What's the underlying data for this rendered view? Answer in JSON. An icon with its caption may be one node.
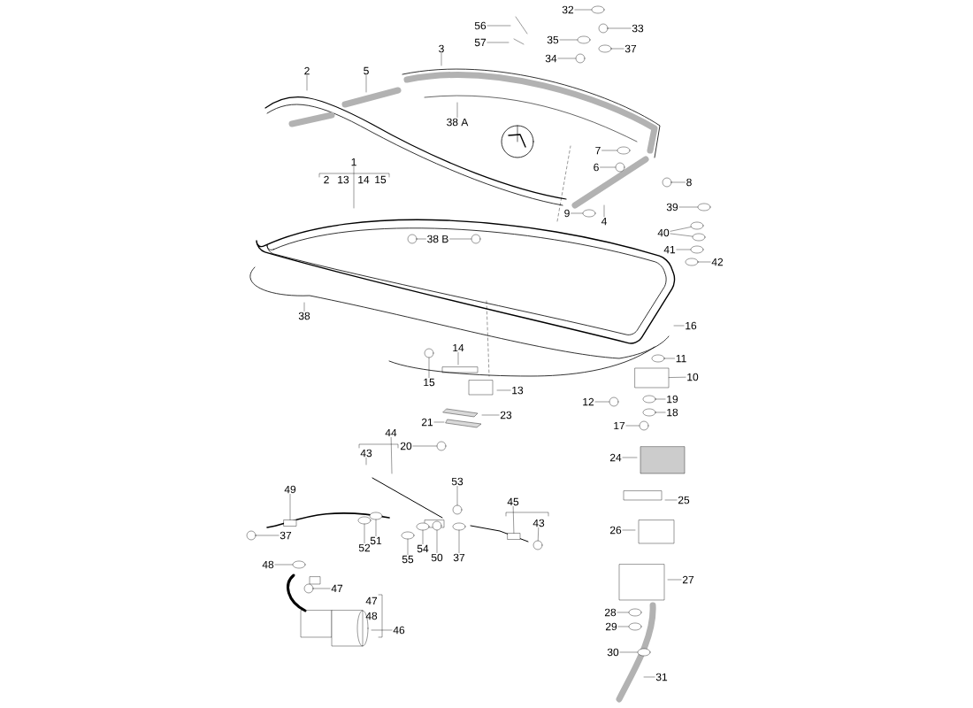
{
  "diagram": {
    "nodes": [
      {
        "text": [
          "32"
        ]
      },
      {
        "text": [
          "56"
        ]
      },
      {
        "text": [
          "33"
        ]
      },
      {
        "text": [
          "35"
        ]
      },
      {
        "text": [
          "57"
        ]
      },
      {
        "text": [
          "3"
        ]
      },
      {
        "text": [
          "37"
        ]
      },
      {
        "text": [
          "34"
        ]
      },
      {
        "text": [
          "2"
        ]
      },
      {
        "text": [
          "5"
        ]
      },
      {
        "text": [
          "38 A"
        ]
      },
      {
        "text": [
          "7"
        ]
      },
      {
        "text": [
          "1"
        ]
      },
      {
        "text": [
          "6"
        ]
      },
      {
        "text": [
          "8"
        ]
      },
      {
        "text": [
          "39"
        ]
      },
      {
        "text": [
          "9"
        ]
      },
      {
        "text": [
          "4"
        ]
      },
      {
        "text": [
          "40"
        ]
      },
      {
        "text": [
          "38 B"
        ]
      },
      {
        "text": [
          "41"
        ]
      },
      {
        "text": [
          "42"
        ]
      },
      {
        "text": [
          "38"
        ]
      },
      {
        "text": [
          "16"
        ]
      },
      {
        "text": [
          "14"
        ]
      },
      {
        "text": [
          "11"
        ]
      },
      {
        "text": [
          "10"
        ]
      },
      {
        "text": [
          "15"
        ]
      },
      {
        "text": [
          "13"
        ]
      },
      {
        "text": [
          "12"
        ]
      },
      {
        "text": [
          "19"
        ]
      },
      {
        "text": [
          "23"
        ]
      },
      {
        "text": [
          "18"
        ]
      },
      {
        "text": [
          "21"
        ]
      },
      {
        "text": [
          "17"
        ]
      },
      {
        "text": [
          "44"
        ]
      },
      {
        "text": [
          "20"
        ]
      },
      {
        "text": [
          "43"
        ]
      },
      {
        "text": [
          "24"
        ]
      },
      {
        "text": [
          "53"
        ]
      },
      {
        "text": [
          "49"
        ]
      },
      {
        "text": [
          "45"
        ]
      },
      {
        "text": [
          "25"
        ]
      },
      {
        "text": [
          "43"
        ]
      },
      {
        "text": [
          "26"
        ]
      },
      {
        "text": [
          "37"
        ]
      },
      {
        "text": [
          "51"
        ]
      },
      {
        "text": [
          "52"
        ]
      },
      {
        "text": [
          "54"
        ]
      },
      {
        "text": [
          "50"
        ]
      },
      {
        "text": [
          "37"
        ]
      },
      {
        "text": [
          "55"
        ]
      },
      {
        "text": [
          "48"
        ]
      },
      {
        "text": [
          "27"
        ]
      },
      {
        "text": [
          "47"
        ]
      },
      {
        "text": [
          "46"
        ]
      },
      {
        "text": [
          "28"
        ]
      },
      {
        "text": [
          "29"
        ]
      },
      {
        "text": [
          "30"
        ]
      },
      {
        "text": [
          "31"
        ]
      },
      {
        "text": [],
        "shape": "ellipse"
      },
      {
        "text": [],
        "shape": "circle"
      },
      {
        "text": [],
        "shape": "ellipse"
      },
      {
        "text": [],
        "shape": "ellipse"
      },
      {
        "text": [],
        "shape": "circle"
      },
      {
        "text": [],
        "shape": "ellipse"
      },
      {
        "text": [],
        "shape": "circle"
      },
      {
        "text": [],
        "shape": "circle"
      },
      {
        "text": [],
        "shape": "ellipse"
      },
      {
        "text": [],
        "shape": "ellipse"
      },
      {
        "text": [],
        "shape": "ellipse"
      },
      {
        "text": [],
        "shape": "ellipse"
      },
      {
        "text": [],
        "shape": "circle"
      },
      {
        "text": [],
        "shape": "circle"
      },
      {
        "text": [],
        "shape": "ellipse"
      },
      {
        "text": [],
        "shape": "ellipse"
      },
      {
        "text": [],
        "shape": "ellipse"
      },
      {
        "text": [],
        "shape": "box"
      },
      {
        "text": [],
        "shape": "circle"
      },
      {
        "text": [],
        "shape": "circle"
      },
      {
        "text": [],
        "shape": "ellipse"
      },
      {
        "text": [],
        "shape": "ellipse"
      },
      {
        "text": [],
        "shape": "circle"
      },
      {
        "text": [],
        "shape": "circle"
      },
      {
        "text": [],
        "shape": "circle"
      },
      {
        "text": [],
        "shape": "box"
      },
      {
        "text": [],
        "shape": "box"
      },
      {
        "text": [],
        "shape": "circle"
      },
      {
        "text": [],
        "shape": "circle"
      },
      {
        "text": [],
        "shape": "ellipse"
      },
      {
        "text": [],
        "shape": "ellipse"
      },
      {
        "text": [],
        "shape": "ellipse"
      },
      {
        "text": [],
        "shape": "circle"
      },
      {
        "text": [],
        "shape": "ellipse"
      },
      {
        "text": [],
        "shape": "ellipse"
      },
      {
        "text": [],
        "shape": "ellipse"
      },
      {
        "text": [],
        "shape": "circle"
      },
      {
        "text": [],
        "shape": "ellipse"
      },
      {
        "text": [],
        "shape": "ellipse"
      },
      {
        "text": [],
        "shape": "ellipse"
      }
    ],
    "edges": [
      {
        "from": 0,
        "to": 60,
        "arrow": "none"
      },
      {
        "from": 1,
        "to": null,
        "arrow": "none"
      },
      {
        "from": 2,
        "to": 61,
        "arrow": "none"
      },
      {
        "from": 3,
        "to": 62,
        "arrow": "none"
      },
      {
        "from": 4,
        "to": null,
        "arrow": "none"
      },
      {
        "from": 5,
        "to": null,
        "arrow": "none"
      },
      {
        "from": 6,
        "to": 63,
        "arrow": "none"
      },
      {
        "from": 7,
        "to": 64,
        "arrow": "none"
      },
      {
        "from": 8,
        "to": null,
        "arrow": "none"
      },
      {
        "from": 9,
        "to": null,
        "arrow": "none"
      },
      {
        "from": 10,
        "to": null,
        "arrow": "none"
      },
      {
        "from": 11,
        "to": 65,
        "arrow": "none"
      },
      {
        "from": 12,
        "to": null,
        "arrow": "none"
      },
      {
        "from": 13,
        "to": 66,
        "arrow": "none"
      },
      {
        "from": 14,
        "to": 67,
        "arrow": "none"
      },
      {
        "from": 15,
        "to": 68,
        "arrow": "none"
      },
      {
        "from": 16,
        "to": 69,
        "arrow": "none"
      },
      {
        "from": 17,
        "to": null,
        "arrow": "none"
      },
      {
        "from": 18,
        "to": 70,
        "arrow": "none"
      },
      {
        "from": 18,
        "to": 71,
        "arrow": "none"
      },
      {
        "from": 19,
        "to": 72,
        "arrow": "none"
      },
      {
        "from": 19,
        "to": 73,
        "arrow": "none"
      },
      {
        "from": 20,
        "to": 74,
        "arrow": "none"
      },
      {
        "from": 21,
        "to": 75,
        "arrow": "none"
      },
      {
        "from": 22,
        "to": null,
        "arrow": "none"
      },
      {
        "from": 23,
        "to": null,
        "arrow": "none"
      },
      {
        "from": 24,
        "to": null,
        "arrow": "none"
      },
      {
        "from": 25,
        "to": 76,
        "arrow": "none"
      },
      {
        "from": 26,
        "to": 77,
        "arrow": "none"
      },
      {
        "from": 27,
        "to": 78,
        "arrow": "none"
      },
      {
        "from": 28,
        "to": null,
        "arrow": "none"
      },
      {
        "from": 29,
        "to": 79,
        "arrow": "none"
      },
      {
        "from": 30,
        "to": 80,
        "arrow": "none"
      },
      {
        "from": 31,
        "to": null,
        "arrow": "none"
      },
      {
        "from": 32,
        "to": 81,
        "arrow": "none"
      },
      {
        "from": 33,
        "to": null,
        "arrow": "none"
      },
      {
        "from": 34,
        "to": 82,
        "arrow": "none"
      },
      {
        "from": 35,
        "to": null,
        "arrow": "none"
      },
      {
        "from": 36,
        "to": 83,
        "arrow": "none"
      },
      {
        "from": 37,
        "to": null,
        "arrow": "none"
      },
      {
        "from": 38,
        "to": null,
        "arrow": "none"
      },
      {
        "from": 39,
        "to": 84,
        "arrow": "none"
      },
      {
        "from": 40,
        "to": 85,
        "arrow": "none"
      },
      {
        "from": 41,
        "to": 86,
        "arrow": "none"
      },
      {
        "from": 42,
        "to": null,
        "arrow": "none"
      },
      {
        "from": 43,
        "to": 87,
        "arrow": "none"
      },
      {
        "from": 44,
        "to": null,
        "arrow": "none"
      },
      {
        "from": 45,
        "to": 88,
        "arrow": "none"
      },
      {
        "from": 46,
        "to": 89,
        "arrow": "none"
      },
      {
        "from": 47,
        "to": 90,
        "arrow": "none"
      },
      {
        "from": 48,
        "to": 91,
        "arrow": "none"
      },
      {
        "from": 49,
        "to": 92,
        "arrow": "none"
      },
      {
        "from": 50,
        "to": 93,
        "arrow": "none"
      },
      {
        "from": 51,
        "to": 94,
        "arrow": "none"
      },
      {
        "from": 52,
        "to": 95,
        "arrow": "none"
      },
      {
        "from": 53,
        "to": null,
        "arrow": "none"
      },
      {
        "from": 54,
        "to": 96,
        "arrow": "none"
      },
      {
        "from": 55,
        "to": null,
        "arrow": "none"
      },
      {
        "from": 56,
        "to": 97,
        "arrow": "none"
      },
      {
        "from": 57,
        "to": 98,
        "arrow": "none"
      },
      {
        "from": 58,
        "to": 99,
        "arrow": "none"
      },
      {
        "from": 59,
        "to": null,
        "arrow": "none"
      }
    ],
    "labels": [
      "2",
      "13",
      "14",
      "15",
      "47",
      "48"
    ]
  }
}
